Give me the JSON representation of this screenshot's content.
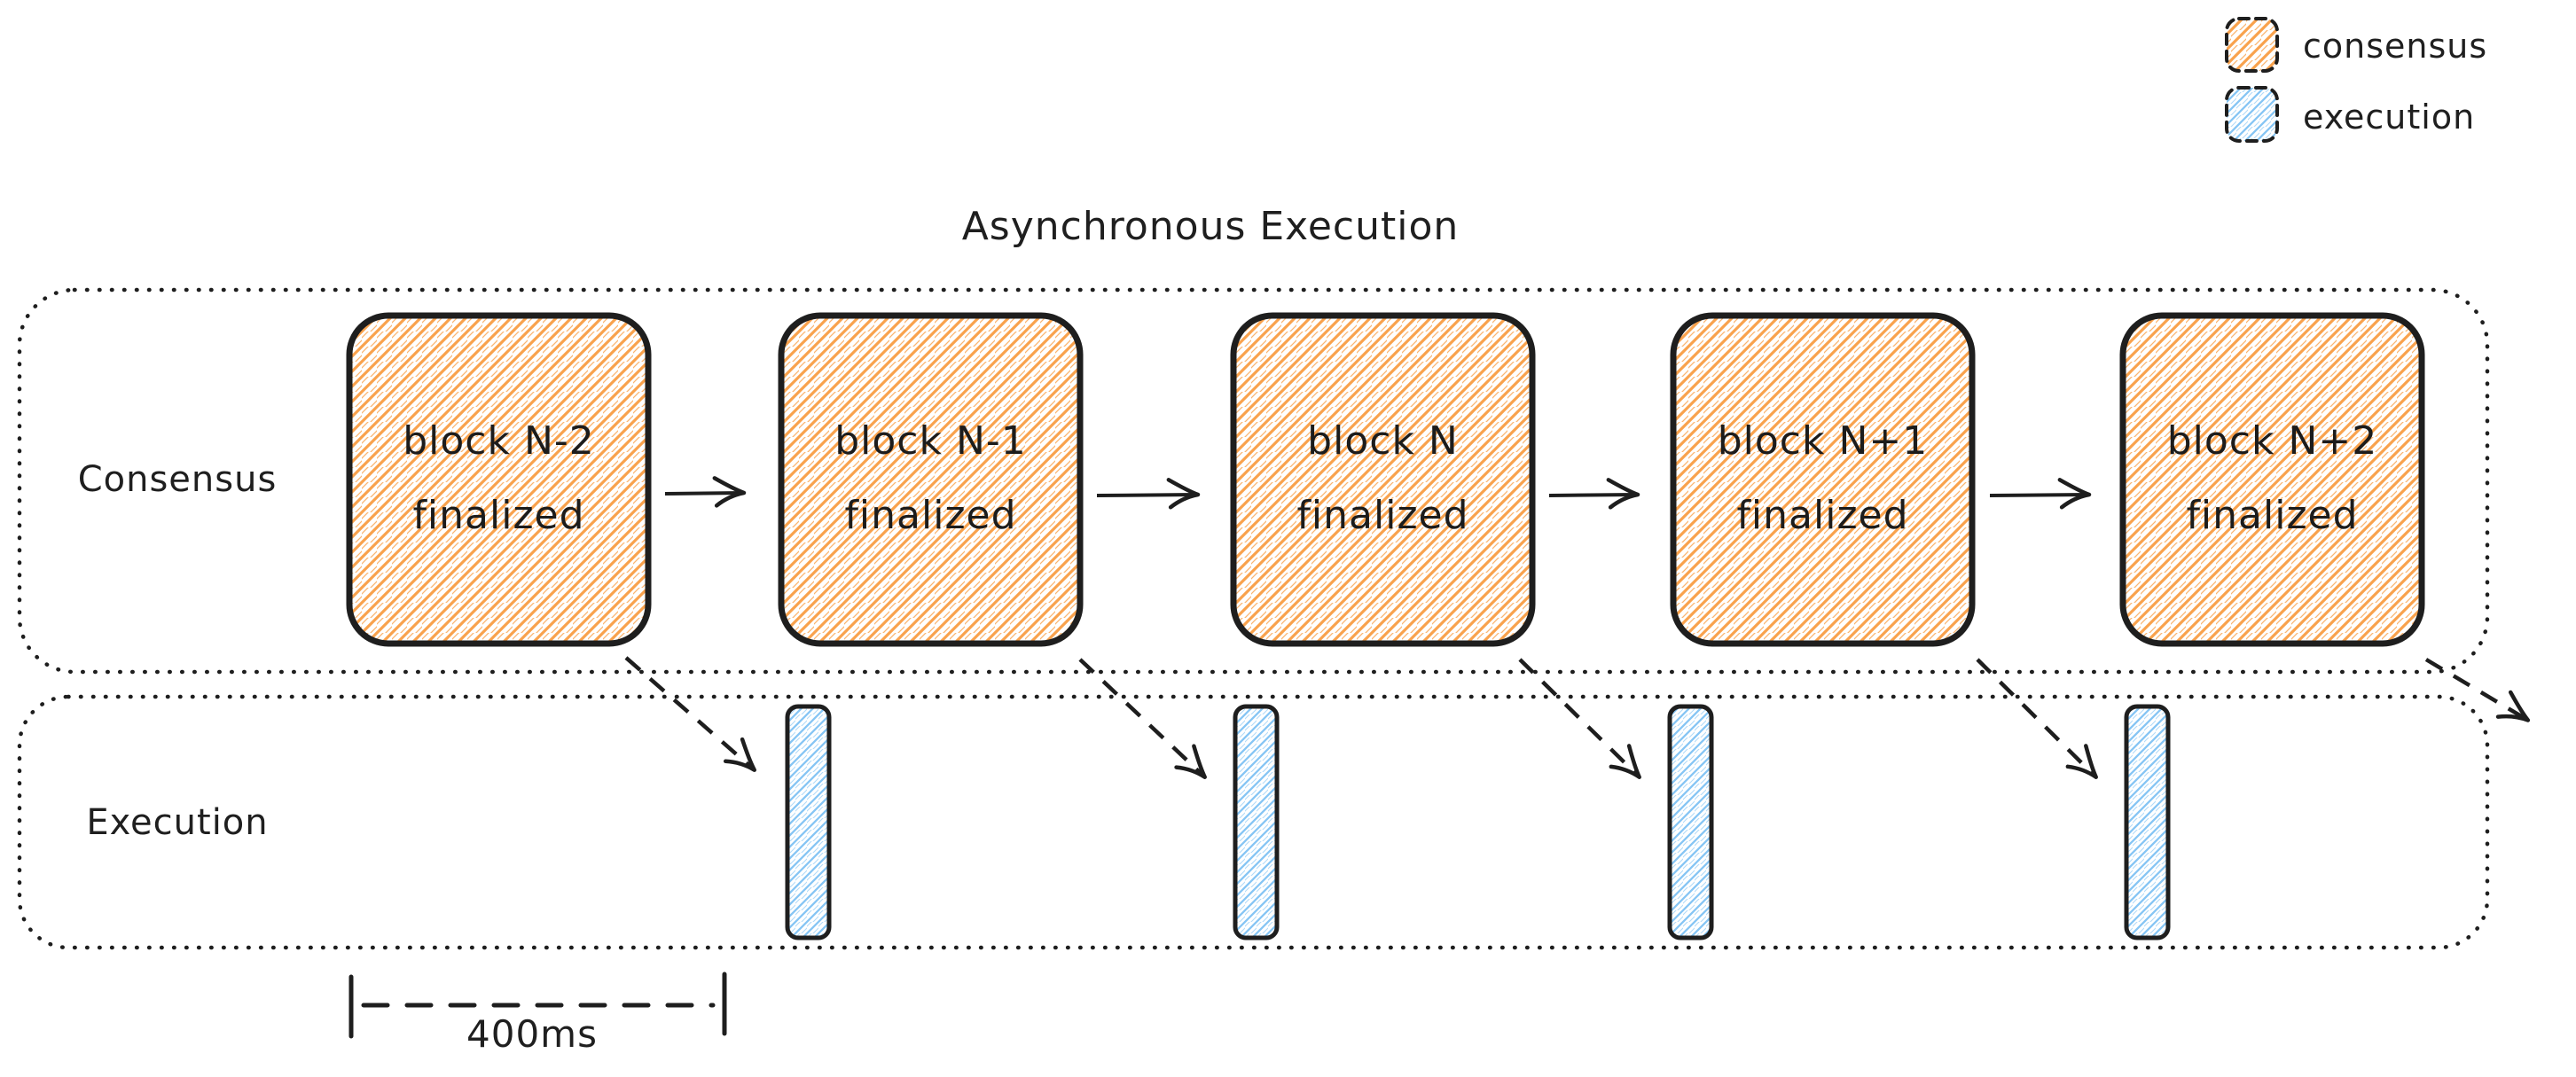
{
  "title": "Asynchronous Execution",
  "legend": {
    "items": [
      {
        "label": "consensus",
        "swatch": "orange-hatch"
      },
      {
        "label": "execution",
        "swatch": "blue-hatch"
      }
    ]
  },
  "lanes": {
    "consensus": {
      "label": "Consensus"
    },
    "execution": {
      "label": "Execution"
    }
  },
  "blocks": [
    {
      "line1": "block N-2",
      "line2": "finalized"
    },
    {
      "line1": "block N-1",
      "line2": "finalized"
    },
    {
      "line1": "block N",
      "line2": "finalized"
    },
    {
      "line1": "block N+1",
      "line2": "finalized"
    },
    {
      "line1": "block N+2",
      "line2": "finalized"
    }
  ],
  "execution_bars_count": 4,
  "measurement": {
    "label": "400ms"
  },
  "colors": {
    "consensus_hatch": "#f9a24d",
    "execution_hatch": "#86c5f4",
    "stroke": "#1e1e1e"
  }
}
